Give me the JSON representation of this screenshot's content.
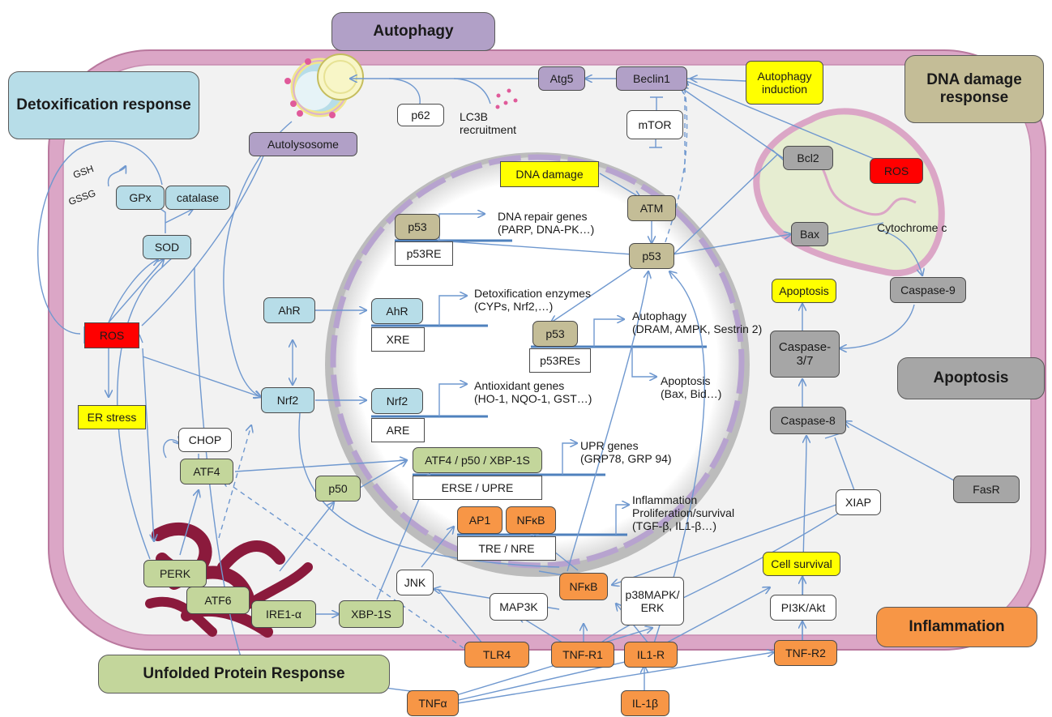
{
  "categories": {
    "autophagy": "Autophagy",
    "detox": "Detoxification response",
    "dna_damage": "DNA damage response",
    "apoptosis": "Apoptosis",
    "inflammation": "Inflammation",
    "upr": "Unfolded Protein Response"
  },
  "nodes": {
    "autolysosome": "Autolysosome",
    "atg5": "Atg5",
    "beclin1": "Beclin1",
    "autophagy_induction": "Autophagy induction",
    "p62": "p62",
    "lc3b": "LC3B recruitment",
    "mtor": "mTOR",
    "bcl2": "Bcl2",
    "ros_mito": "ROS",
    "dna_damage": "DNA damage",
    "atm": "ATM",
    "p53_center": "p53",
    "bax": "Bax",
    "cytochrome_c": "Cytochrome  c",
    "caspase9": "Caspase-9",
    "apoptosis_box": "Apoptosis",
    "caspase37": "Caspase-\n3/7",
    "caspase8": "Caspase-8",
    "fasr": "FasR",
    "xiap": "XIAP",
    "cell_survival": "Cell survival",
    "pi3k_akt": "PI3K/Akt",
    "gpx": "GPx",
    "catalase": "catalase",
    "gsh": "GSH",
    "gssg": "GSSG",
    "sod": "SOD",
    "ros_cyto": "ROS",
    "er_stress": "ER stress",
    "ahr_cyto": "AhR",
    "nrf2_cyto": "Nrf2",
    "chop": "CHOP",
    "atf4": "ATF4",
    "p50": "p50",
    "perk": "PERK",
    "atf6": "ATF6",
    "ire1a": "IRE1-α",
    "xbp1s": "XBP-1S",
    "jnk": "JNK",
    "map3k": "MAP3K",
    "nfkb_cyto": "NFκB",
    "p38mapk": "p38MAPK/\nERK",
    "tlr4": "TLR4",
    "tnfr1": "TNF-R1",
    "il1r": "IL1-R",
    "tnfr2": "TNF-R2",
    "tnfa": "TNFα",
    "il1b": "IL-1β"
  },
  "nucleus": {
    "p53_tf": "p53",
    "p53re": "p53RE",
    "dna_repair": "DNA repair genes\n(PARP, DNA-PK…)",
    "ahr_tf": "AhR",
    "xre": "XRE",
    "detox_enzymes": "Detoxification enzymes\n(CYPs, Nrf2,…)",
    "p53_auto": "p53",
    "p53res": "p53REs",
    "autophagy_genes": "Autophagy\n(DRAM, AMPK, Sestrin 2)",
    "apoptosis_genes": "Apoptosis\n(Bax, Bid…)",
    "nrf2_tf": "Nrf2",
    "are": "ARE",
    "antioxidant_genes": "Antioxidant genes\n(HO-1, NQO-1, GST…)",
    "atf4_complex": "ATF4 / p50 / XBP-1S",
    "erse": "ERSE / UPRE",
    "upr_genes": "UPR genes\n(GRP78, GRP 94)",
    "ap1": "AP1",
    "nfkb_tf": "NFκB",
    "tre": "TRE / NRE",
    "inflam_genes": "Inflammation\nProliferation/survival\n(TGF-β, IL1-β…)"
  },
  "colors": {
    "membrane": "#dba6c6",
    "cytoplasm": "#f2f2f2",
    "arrow": "#6f98cf",
    "dna_line": "#4f81bd",
    "er": "#8b1a3c",
    "mito": "#e6edd1",
    "autophagy": "#b1a0c7",
    "detox": "#b7dde8",
    "dna_damage": "#c4bd97",
    "apoptosis": "#a6a6a6",
    "inflammation": "#f79646",
    "upr": "#c3d69b",
    "highlight": "#ffff00",
    "ros": "#ff0000"
  }
}
